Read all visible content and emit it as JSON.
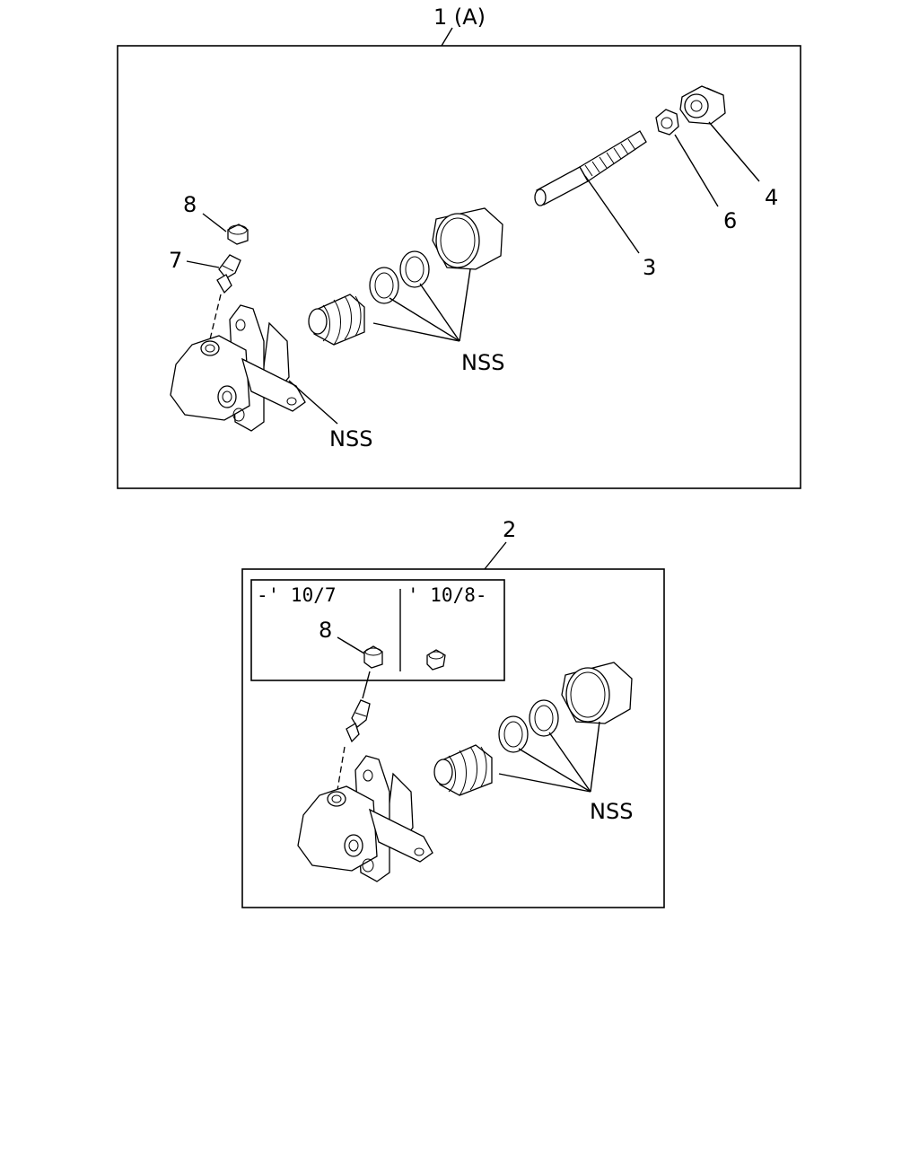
{
  "diagram": {
    "assembly_a": {
      "callout": "1 (A)",
      "items": {
        "pushrod": "3",
        "cap_nut": "4",
        "lock_nut": "6",
        "bleeder_screw": "7",
        "bleeder_cap": "8"
      },
      "nss_seals": "NSS",
      "nss_body": "NSS"
    },
    "assembly_b": {
      "callout": "2",
      "inset": {
        "left_period": "-' 10/7",
        "right_period": "' 10/8-",
        "bleeder_cap": "8"
      },
      "nss_seals": "NSS"
    }
  }
}
